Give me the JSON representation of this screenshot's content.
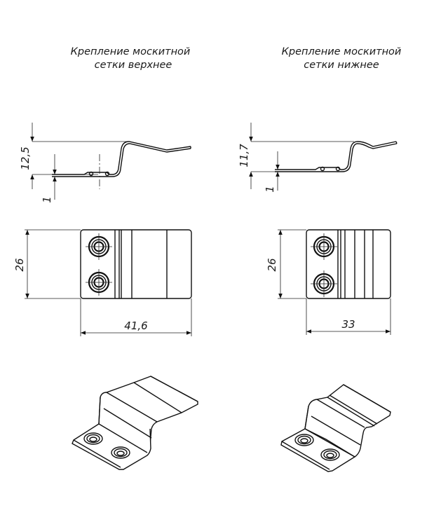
{
  "drawing": {
    "views": [
      {
        "id": "upper",
        "title_line1": "Крепление москитной",
        "title_line2": "сетки верхнее",
        "side_view": {
          "height_dim": "12,5",
          "thickness_dim": "1"
        },
        "top_view": {
          "width_dim": "26",
          "length_dim": "41,6"
        },
        "iso_view": "isometric-upper-bracket"
      },
      {
        "id": "lower",
        "title_line1": "Крепление москитной",
        "title_line2": "сетки нижнее",
        "side_view": {
          "height_dim": "11,7",
          "thickness_dim": "1"
        },
        "top_view": {
          "width_dim": "26",
          "length_dim": "33"
        },
        "iso_view": "isometric-lower-bracket"
      }
    ]
  }
}
